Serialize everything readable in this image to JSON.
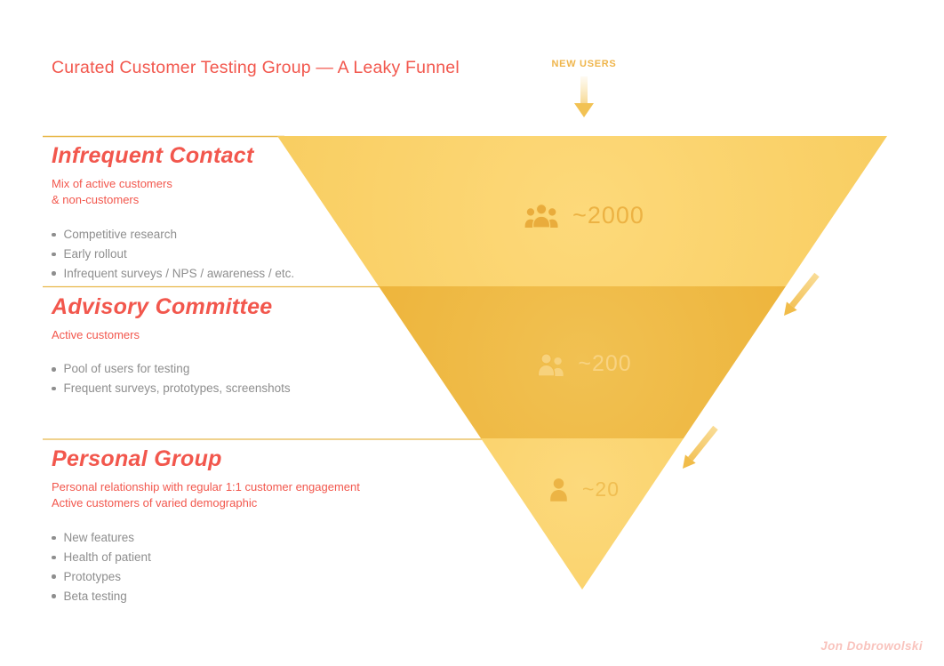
{
  "title": "Curated Customer Testing Group — A Leaky Funnel",
  "new_users": {
    "label": "NEW USERS"
  },
  "tiers": [
    {
      "name": "Infrequent Contact",
      "subtitle_lines": [
        "Mix of active customers",
        "& non-customers"
      ],
      "bullets": [
        "Competitive research",
        "Early rollout",
        "Infrequent surveys / NPS / awareness / etc."
      ],
      "count": "~2000",
      "icon": "users-3-icon"
    },
    {
      "name": "Advisory Committee",
      "subtitle_lines": [
        "Active customers"
      ],
      "bullets": [
        "Pool of users for testing",
        "Frequent surveys, prototypes, screenshots"
      ],
      "count": "~200",
      "icon": "users-2-icon"
    },
    {
      "name": "Personal Group",
      "subtitle_lines": [
        "Personal relationship with regular 1:1 customer engagement",
        "Active customers of varied demographic"
      ],
      "bullets": [
        "New features",
        "Health of patient",
        "Prototypes",
        "Beta testing"
      ],
      "count": "~20",
      "icon": "user-icon"
    }
  ],
  "signature": "Jon Dobrowolski",
  "colors": {
    "coral": "#F2574D",
    "bullet_gray": "#8E8E8E",
    "line_amber": "#E8B84A",
    "new_users_amber": "#EFB54B",
    "tier1_fill": "#FBD571",
    "tier2_fill": "#F0BB49",
    "tier3_fill": "#FBD573",
    "tier1_label": "#E9AC3C",
    "tier2_label": "#F7D27D",
    "tier3_label": "#EFBC51",
    "arrow_amber": "#F1BC49",
    "signature_pink": "#F9C3BD"
  }
}
